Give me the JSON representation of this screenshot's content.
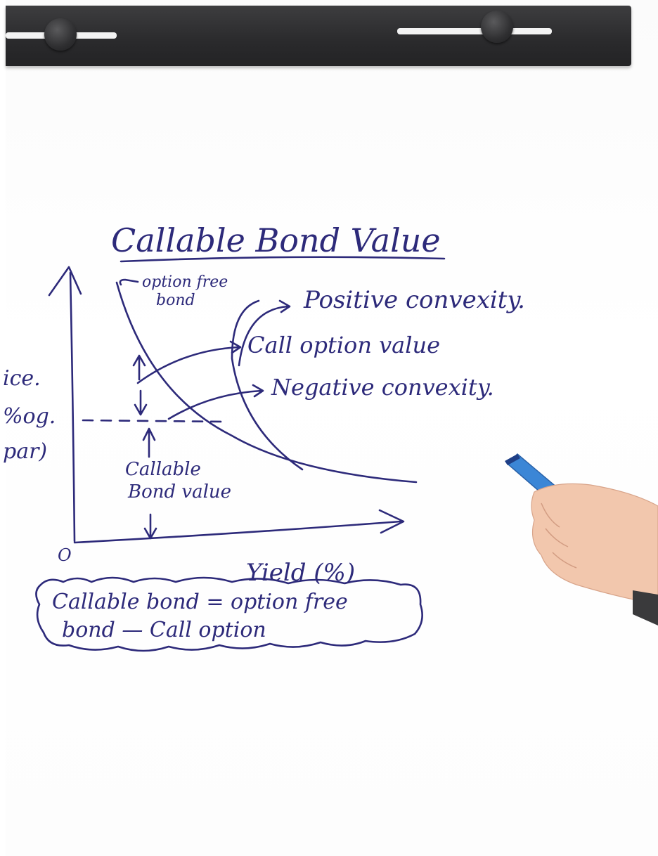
{
  "diagram": {
    "title": "Callable Bond Value",
    "labels": {
      "option_free_bond_1": "option free",
      "option_free_bond_2": "bond",
      "positive_convexity": "Positive convexity.",
      "call_option_value": "Call option value",
      "negative_convexity": "Negative convexity.",
      "y_axis_1": "ice.",
      "y_axis_2": "%og.",
      "y_axis_3": "par)",
      "callable_bond_value_1": "Callable",
      "callable_bond_value_2": "Bond value",
      "origin": "O",
      "x_axis": "Yield (%)"
    },
    "note": {
      "line1": "Callable bond = option free",
      "line2": "bond — Call option"
    }
  },
  "colors": {
    "ink": "#2d2a7a",
    "rail": "#2f2f31",
    "marker_body": "#3b86d6",
    "marker_cap": "#1f3f86"
  }
}
